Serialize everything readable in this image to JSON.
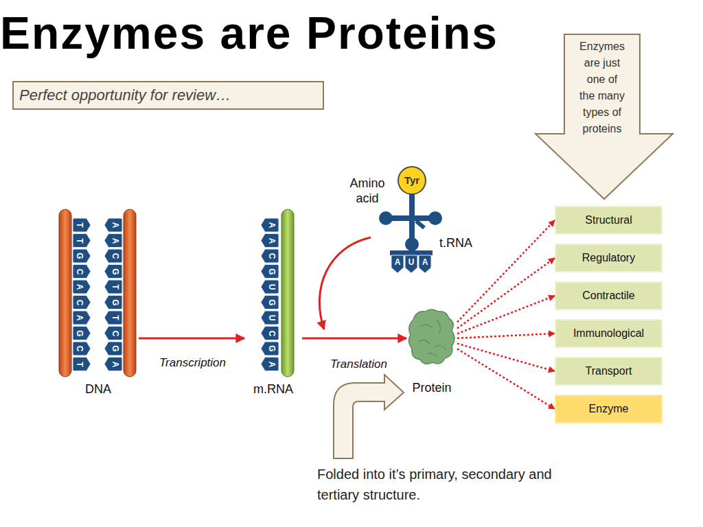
{
  "diagram": {
    "title": "Enzymes are Proteins",
    "nodes": [
      {
        "text": [
          "Perfect opportunity for review…"
        ]
      },
      {
        "text": [
          "Enzymes are just one of the many types of proteins"
        ]
      },
      {
        "text": [
          "DNA"
        ]
      },
      {
        "text": [
          "m.RNA"
        ]
      },
      {
        "text": [
          "Protein"
        ]
      },
      {
        "text": [
          "Structural"
        ]
      },
      {
        "text": [
          "Regulatory"
        ]
      },
      {
        "text": [
          "Contractile"
        ]
      },
      {
        "text": [
          "Immunological"
        ]
      },
      {
        "text": [
          "Transport"
        ]
      },
      {
        "text": [
          "Enzyme"
        ]
      }
    ],
    "edges": [
      {
        "from": 2,
        "to": 3,
        "arrow": "to",
        "label": "Transcription"
      },
      {
        "from": 3,
        "to": 4,
        "arrow": "to",
        "label": "Translation"
      },
      {
        "from": 4,
        "to": 5,
        "arrow": "to"
      },
      {
        "from": 4,
        "to": 6,
        "arrow": "to"
      },
      {
        "from": 4,
        "to": 7,
        "arrow": "to"
      },
      {
        "from": 4,
        "to": 8,
        "arrow": "to"
      },
      {
        "from": 4,
        "to": 9,
        "arrow": "to"
      },
      {
        "from": 4,
        "to": 10,
        "arrow": "to"
      }
    ],
    "labels": [
      "Amino acid",
      "Tyr",
      "t.RNA",
      "A",
      "U",
      "A",
      "Folded into it’s primary, secondary and tertiary structure.",
      "T",
      "T",
      "G",
      "C",
      "A",
      "C",
      "A",
      "G",
      "C",
      "T",
      "A",
      "A",
      "C",
      "G",
      "T",
      "G",
      "T",
      "C",
      "G",
      "A",
      "A",
      "A",
      "C",
      "G",
      "U",
      "G",
      "U",
      "C",
      "G",
      "A"
    ]
  }
}
